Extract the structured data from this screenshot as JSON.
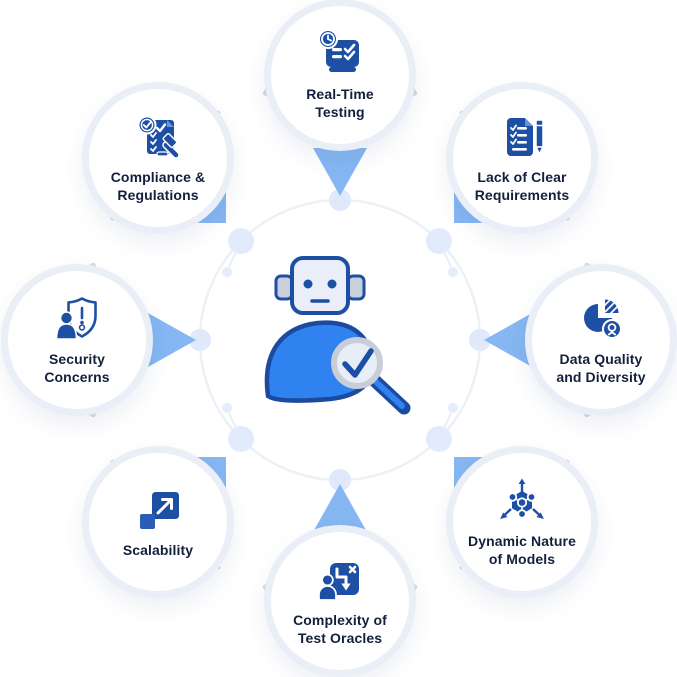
{
  "nodes": [
    {
      "id": "real-time-testing",
      "lines": [
        "Real-Time",
        "Testing"
      ],
      "icon": "clock-checklist-icon",
      "position": "top"
    },
    {
      "id": "lack-of-clear-requirements",
      "lines": [
        "Lack of Clear",
        "Requirements"
      ],
      "icon": "document-pencil-icon",
      "position": "top-right"
    },
    {
      "id": "data-quality-and-diversity",
      "lines": [
        "Data Quality",
        "and Diversity"
      ],
      "icon": "pie-chart-badge-icon",
      "position": "right"
    },
    {
      "id": "dynamic-nature-of-models",
      "lines": [
        "Dynamic Nature",
        "of Models"
      ],
      "icon": "molecule-arrows-icon",
      "position": "bottom-right"
    },
    {
      "id": "complexity-of-test-oracles",
      "lines": [
        "Complexity of",
        "Test Oracles"
      ],
      "icon": "strategy-path-icon",
      "position": "bottom"
    },
    {
      "id": "scalability",
      "lines": [
        "Scalability"
      ],
      "icon": "expand-squares-icon",
      "position": "bottom-left"
    },
    {
      "id": "security-concerns",
      "lines": [
        "Security",
        "Concerns"
      ],
      "icon": "shield-user-icon",
      "position": "left"
    },
    {
      "id": "compliance-regulations",
      "lines": [
        "Compliance &",
        "Regulations"
      ],
      "icon": "certificate-gavel-icon",
      "position": "top-left"
    }
  ],
  "center": {
    "illustration": "robot-with-magnifier-checkmark"
  },
  "colors": {
    "icon_dark_blue": "#1d4fa4",
    "bright_blue": "#2f82f0",
    "arrow_light_blue": "#86b7f2",
    "node_ring": "#e9eef7",
    "tick_gray": "#d4d8e0",
    "ring_dot_blue": "#dfe9fb",
    "label_navy": "#13203c",
    "background": "#ffffff"
  }
}
